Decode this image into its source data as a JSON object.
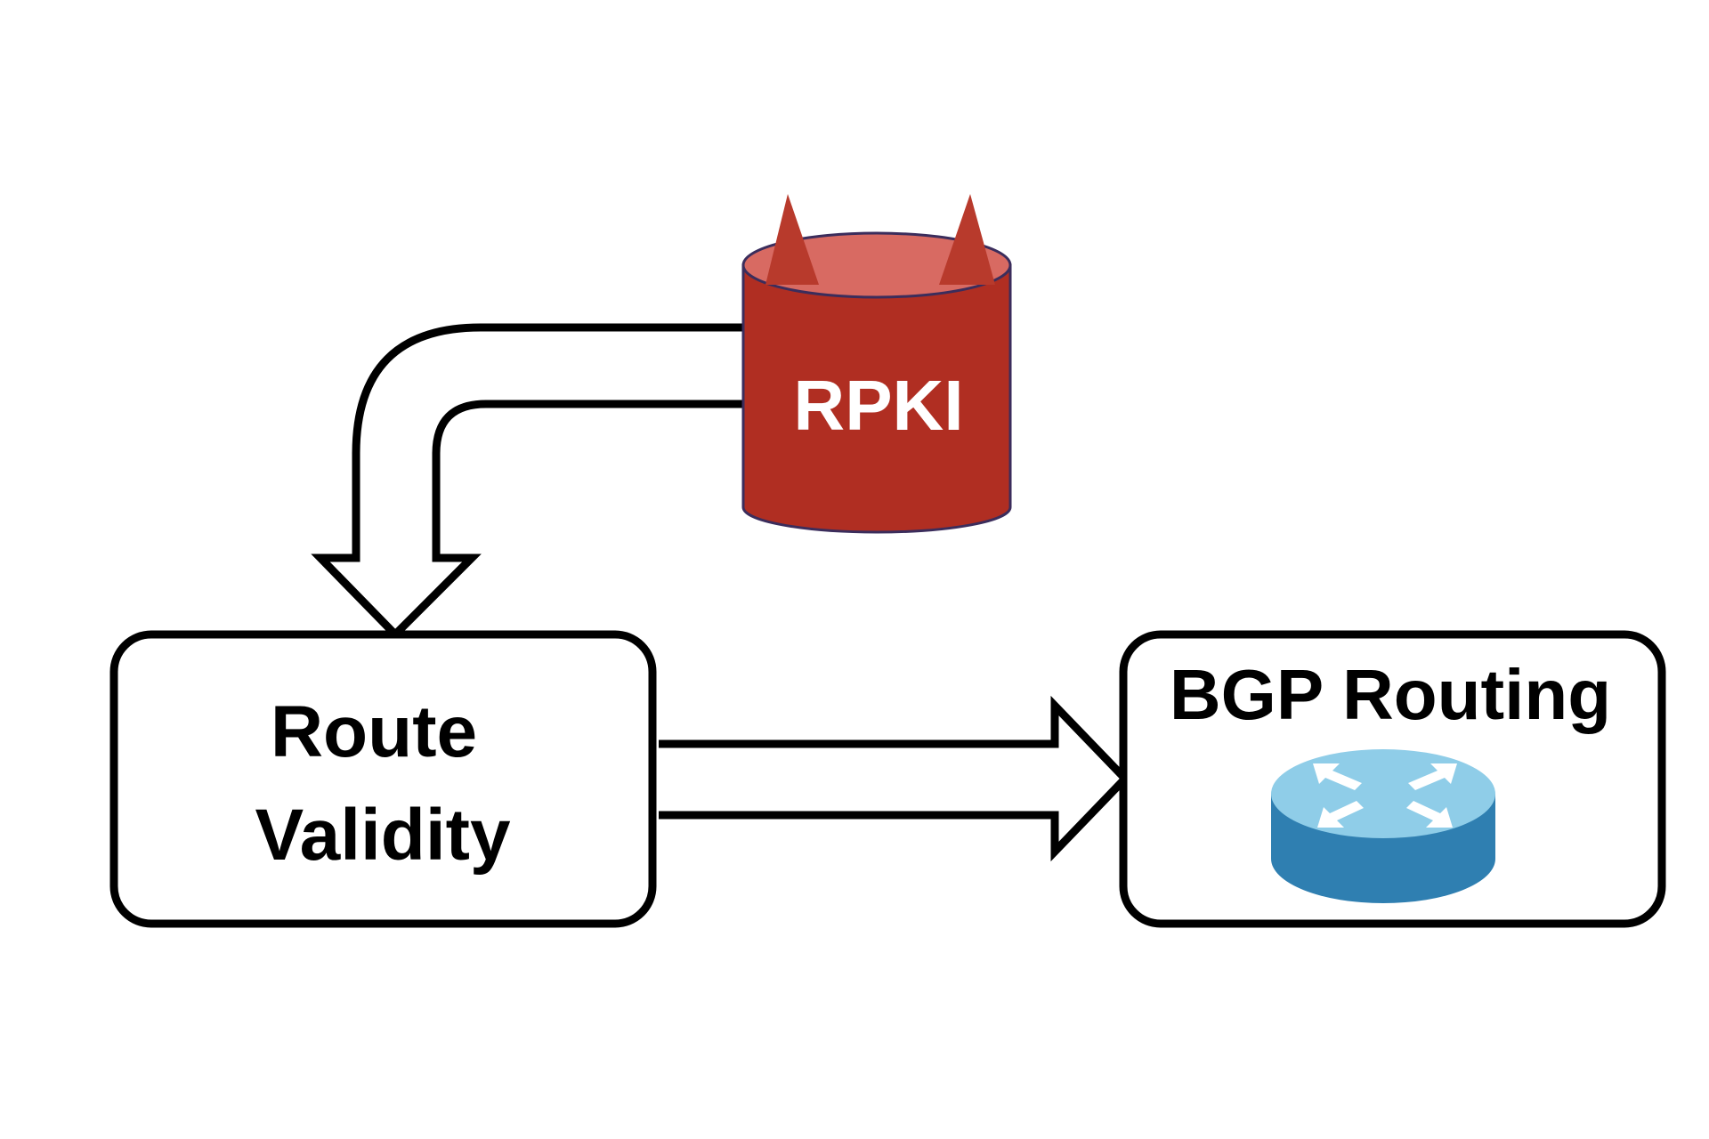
{
  "colors": {
    "background": "#ffffff",
    "stroke": "#000000",
    "rpki_body": "#b02e22",
    "rpki_top": "#d86a62",
    "rpki_horn": "#b83a2c",
    "rpki_text": "#ffffff",
    "router_top": "#8fcde8",
    "router_side": "#2f7fb1",
    "router_arrows": "#ffffff"
  },
  "nodes": {
    "rpki": {
      "label": "RPKI",
      "icon": "evil-database-icon"
    },
    "route_validity": {
      "line1": "Route",
      "line2": "Validity"
    },
    "bgp_routing": {
      "label": "BGP Routing",
      "icon": "router-icon"
    }
  }
}
